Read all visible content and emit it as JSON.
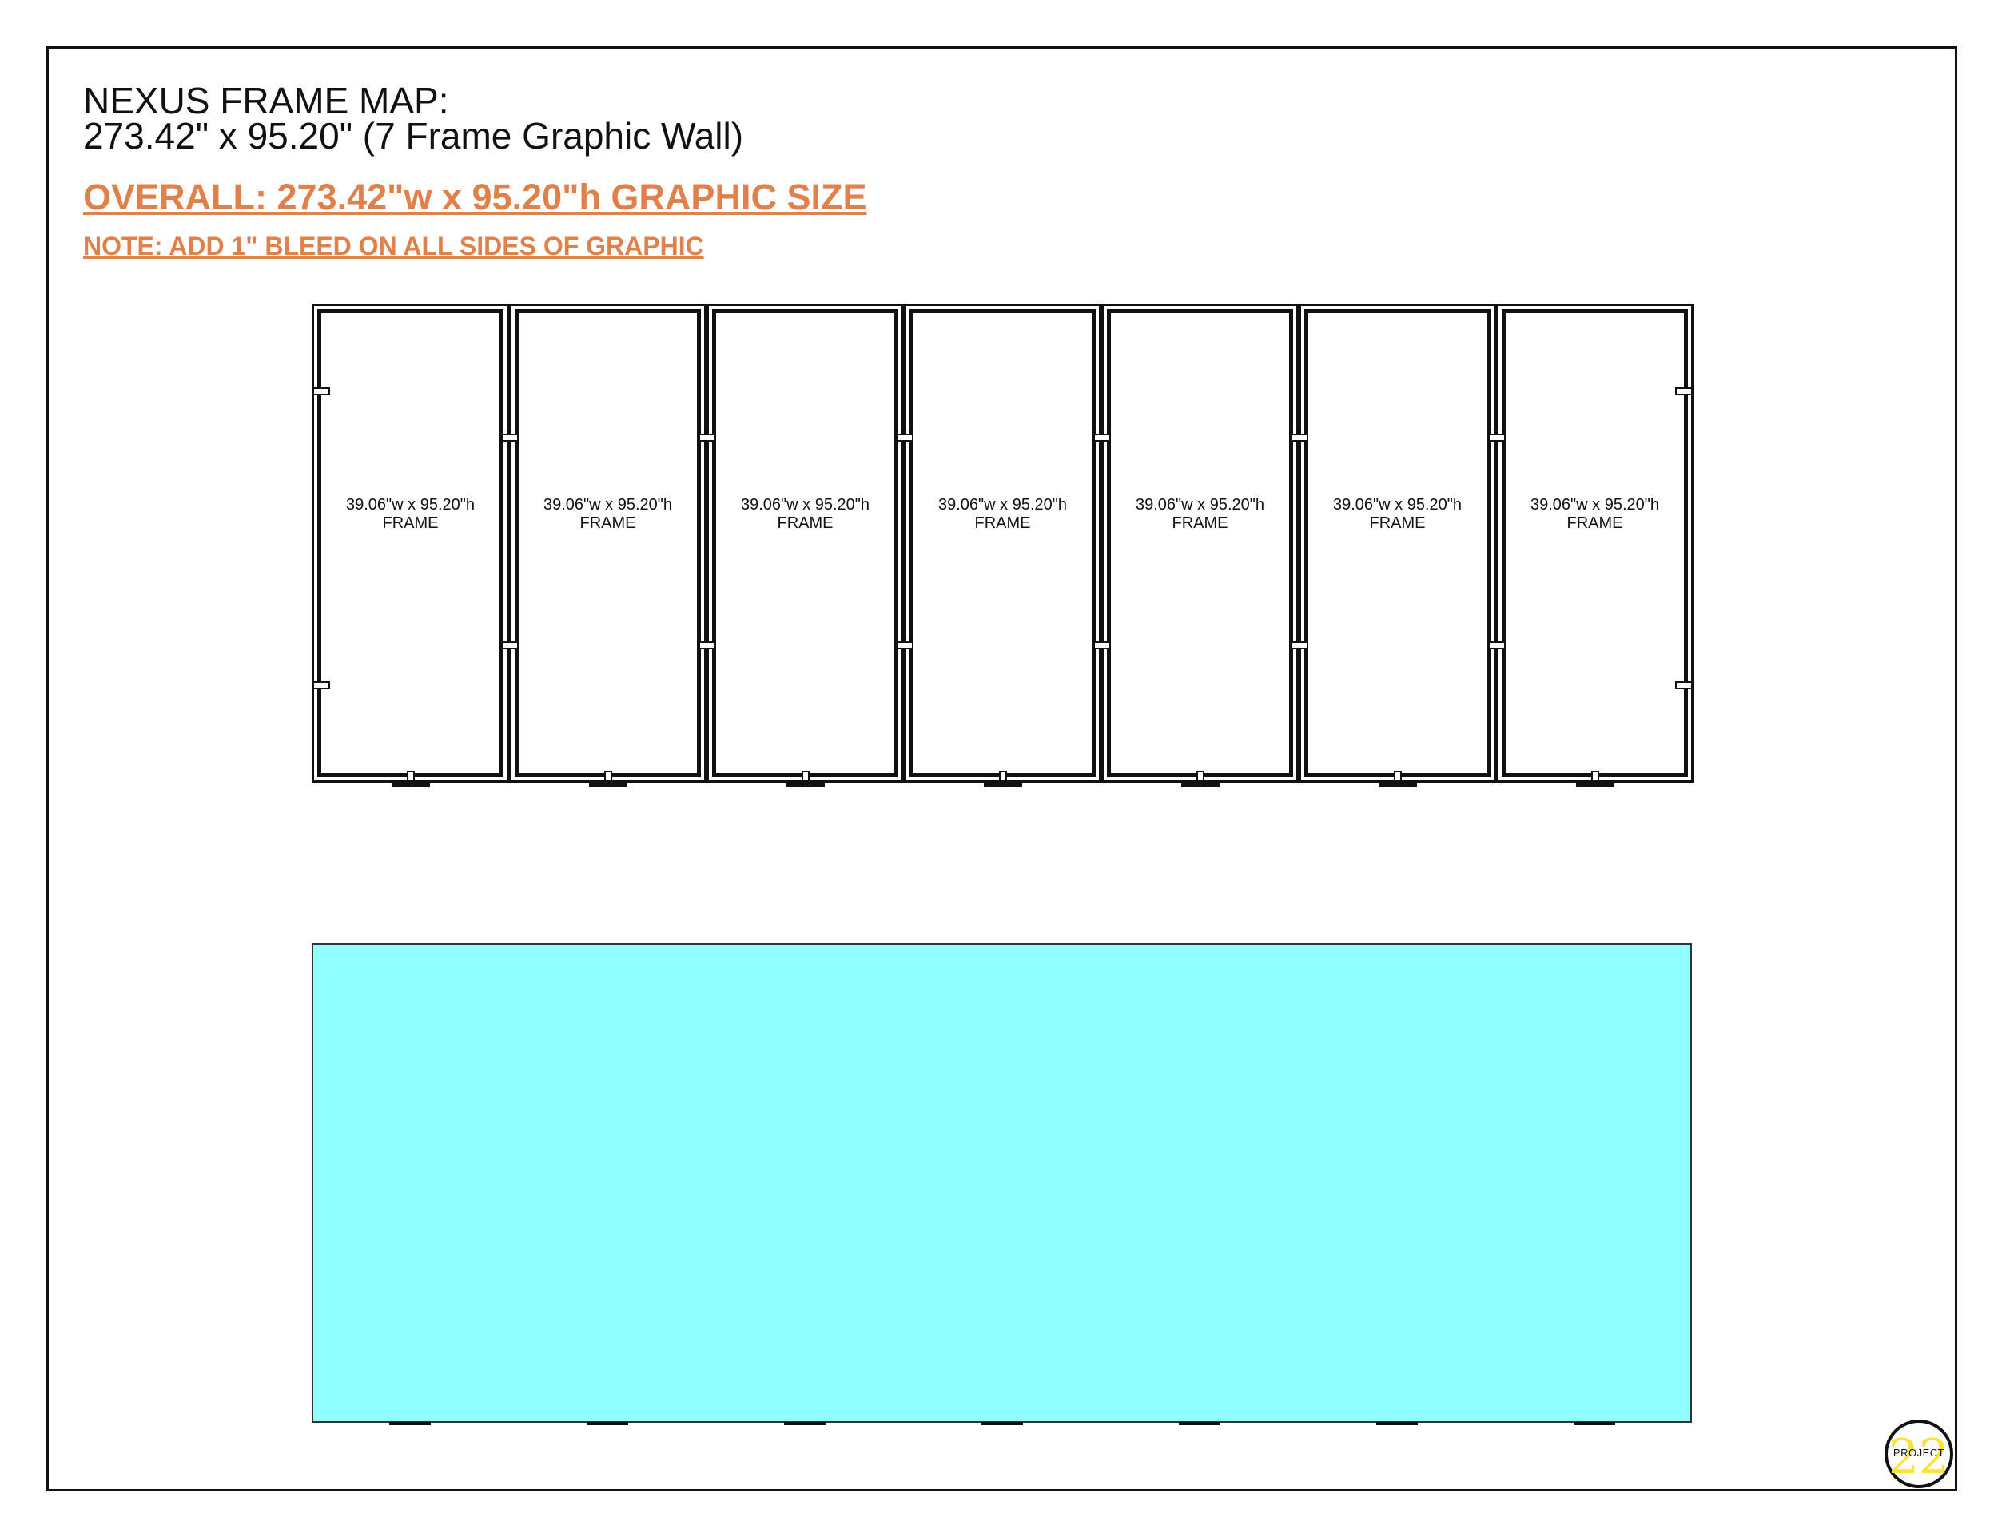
{
  "header": {
    "title_line1": "NEXUS FRAME MAP:",
    "title_line2": "273.42\" x 95.20\" (7 Frame Graphic Wall)",
    "overall": "OVERALL: 273.42\"w x 95.20\"h GRAPHIC SIZE",
    "note": "NOTE: ADD 1\" BLEED ON ALL SIDES OF GRAPHIC"
  },
  "frames": [
    {
      "size": "39.06\"w x 95.20\"h",
      "type": "FRAME"
    },
    {
      "size": "39.06\"w x 95.20\"h",
      "type": "FRAME"
    },
    {
      "size": "39.06\"w x 95.20\"h",
      "type": "FRAME"
    },
    {
      "size": "39.06\"w x 95.20\"h",
      "type": "FRAME"
    },
    {
      "size": "39.06\"w x 95.20\"h",
      "type": "FRAME"
    },
    {
      "size": "39.06\"w x 95.20\"h",
      "type": "FRAME"
    },
    {
      "size": "39.06\"w x 95.20\"h",
      "type": "FRAME"
    }
  ],
  "graphic": {
    "fill_color": "#91ffff"
  },
  "logo": {
    "text": "PROJECT",
    "number": "22",
    "number_color": "#ffe13a"
  },
  "colors": {
    "accent": "#e0804a",
    "line": "#111111"
  }
}
